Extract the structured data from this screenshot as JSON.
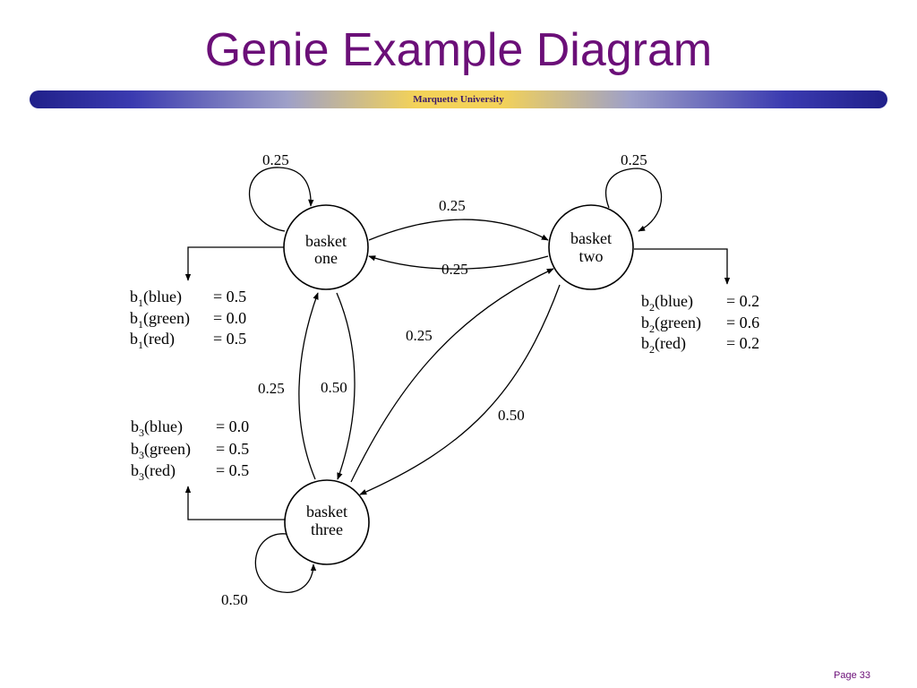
{
  "slide": {
    "title": "Genie Example Diagram",
    "subtitle": "Marquette University",
    "page": "Page 33"
  },
  "nodes": {
    "one": {
      "line1": "basket",
      "line2": "one"
    },
    "two": {
      "line1": "basket",
      "line2": "two"
    },
    "three": {
      "line1": "basket",
      "line2": "three"
    }
  },
  "transitions": {
    "one_self": "0.25",
    "two_self": "0.25",
    "three_self": "0.50",
    "one_to_two": "0.25",
    "two_to_one": "0.25",
    "one_to_three": "0.50",
    "three_to_one": "0.25",
    "three_to_two": "0.25",
    "two_to_three": "0.50"
  },
  "emissions": {
    "b1": [
      {
        "base": "b",
        "sub": "1",
        "color": "(blue)",
        "value": "= 0.5"
      },
      {
        "base": "b",
        "sub": "1",
        "color": "(green)",
        "value": "= 0.0"
      },
      {
        "base": "b",
        "sub": "1",
        "color": "(red)",
        "value": "= 0.5"
      }
    ],
    "b2": [
      {
        "base": "b",
        "sub": "2",
        "color": "(blue)",
        "value": "= 0.2"
      },
      {
        "base": "b",
        "sub": "2",
        "color": "(green)",
        "value": "= 0.6"
      },
      {
        "base": "b",
        "sub": "2",
        "color": "(red)",
        "value": "= 0.2"
      }
    ],
    "b3": [
      {
        "base": "b",
        "sub": "3",
        "color": "(blue)",
        "value": "= 0.0"
      },
      {
        "base": "b",
        "sub": "3",
        "color": "(green)",
        "value": "= 0.5"
      },
      {
        "base": "b",
        "sub": "3",
        "color": "(red)",
        "value": "= 0.5"
      }
    ]
  }
}
